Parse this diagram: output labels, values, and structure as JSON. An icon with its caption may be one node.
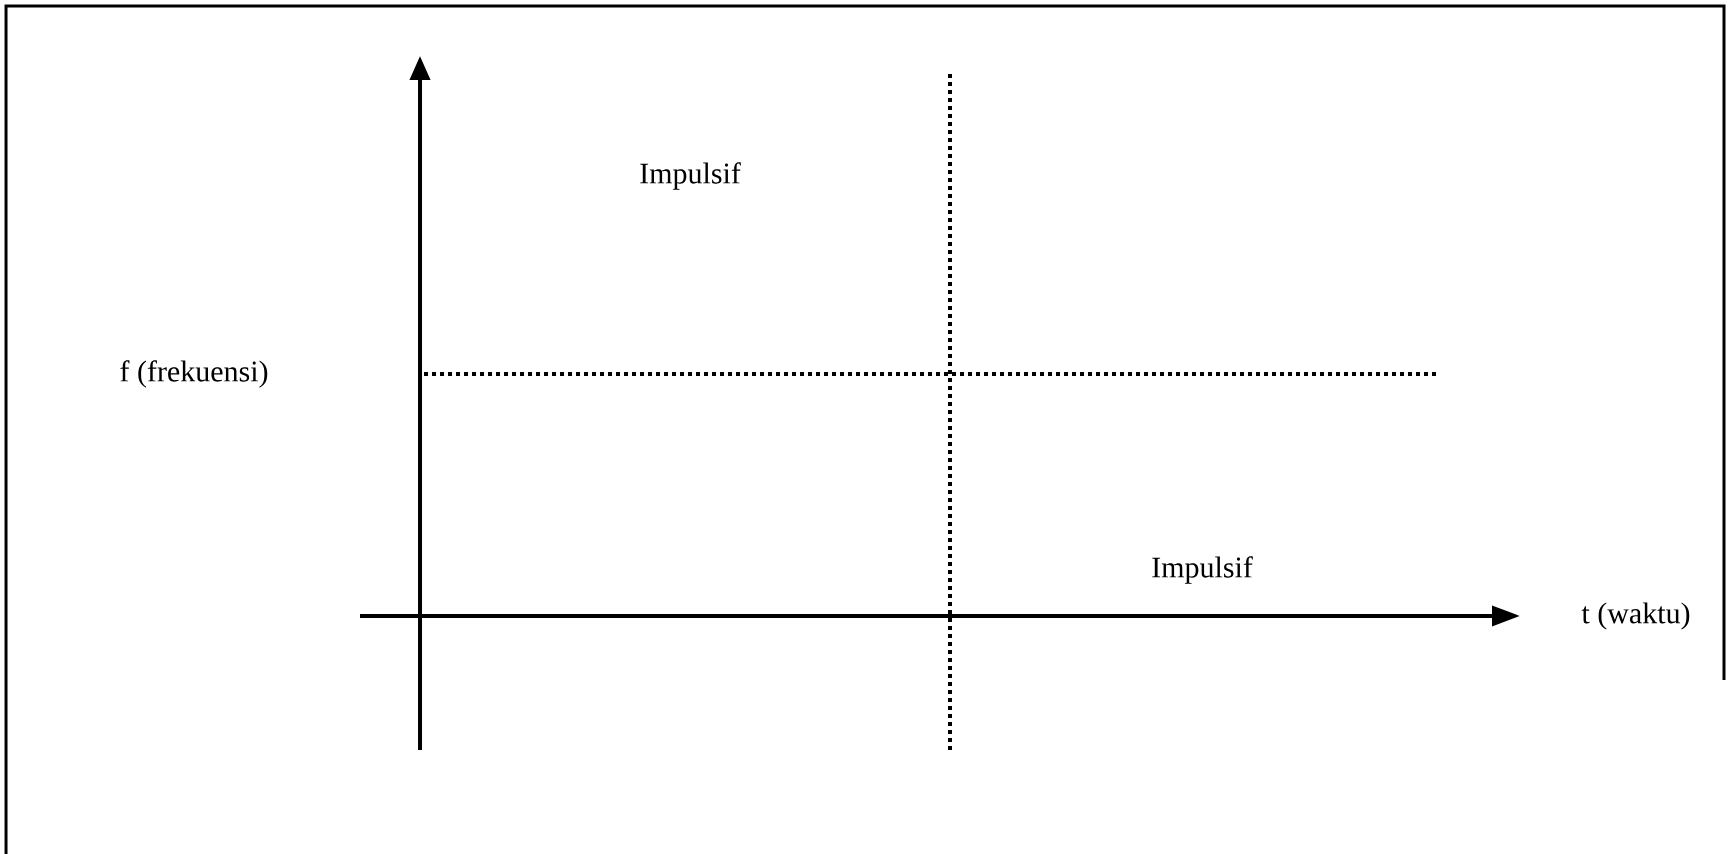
{
  "diagram": {
    "labels": [
      "Impulsif",
      "f (frekuensi)",
      "Impulsif",
      "t (waktu)"
    ]
  }
}
